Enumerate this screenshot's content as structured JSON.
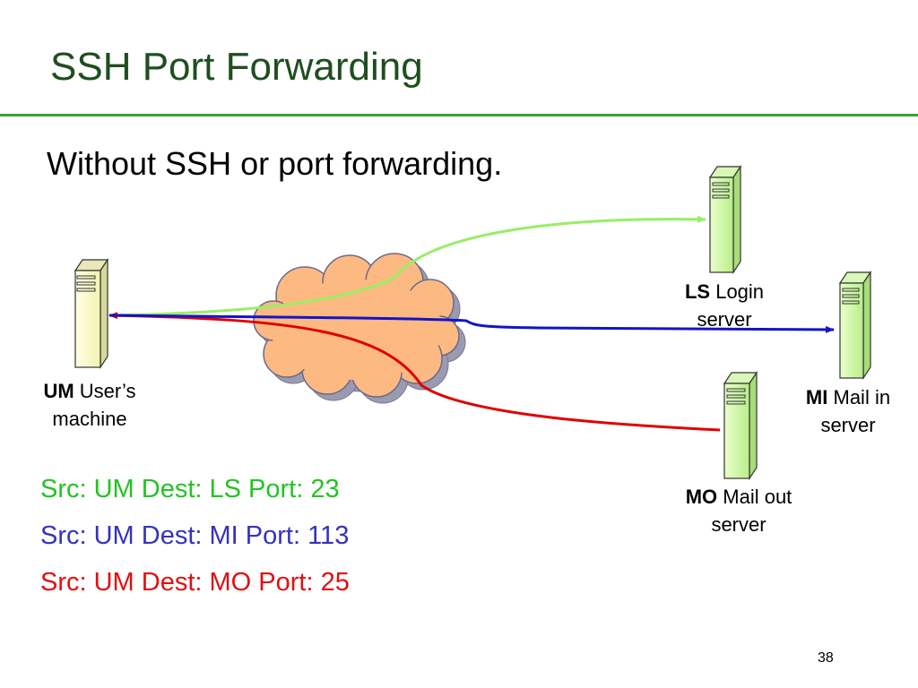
{
  "slide": {
    "title": "SSH Port Forwarding",
    "subtitle": "Without SSH or port forwarding.",
    "page_number": "38"
  },
  "nodes": {
    "um": {
      "abbr": "UM",
      "line1": "User’s",
      "line2": "machine"
    },
    "ls": {
      "abbr": "LS",
      "line1": "Login",
      "line2": "server"
    },
    "mi": {
      "abbr": "MI",
      "line1": "Mail in",
      "line2": "server"
    },
    "mo": {
      "abbr": "MO",
      "line1": "Mail out",
      "line2": "server"
    }
  },
  "routes": [
    {
      "text": "Src: UM  Dest: LS  Port: 23",
      "color": "#22c422"
    },
    {
      "text": "Src: UM  Dest: MI  Port: 113",
      "color": "#3333bb"
    },
    {
      "text": "Src: UM  Dest: MO  Port: 25",
      "color": "#e01010"
    }
  ],
  "colors": {
    "ls_link": "#99ee66",
    "mi_link": "#1414c8",
    "mo_link": "#e00000",
    "cloud_fill": "#fdb982",
    "server_fill_light": "#ccff99",
    "server_fill_um": "#ffffcc",
    "title": "#1f4e1f",
    "rule": "#3aa33a"
  }
}
